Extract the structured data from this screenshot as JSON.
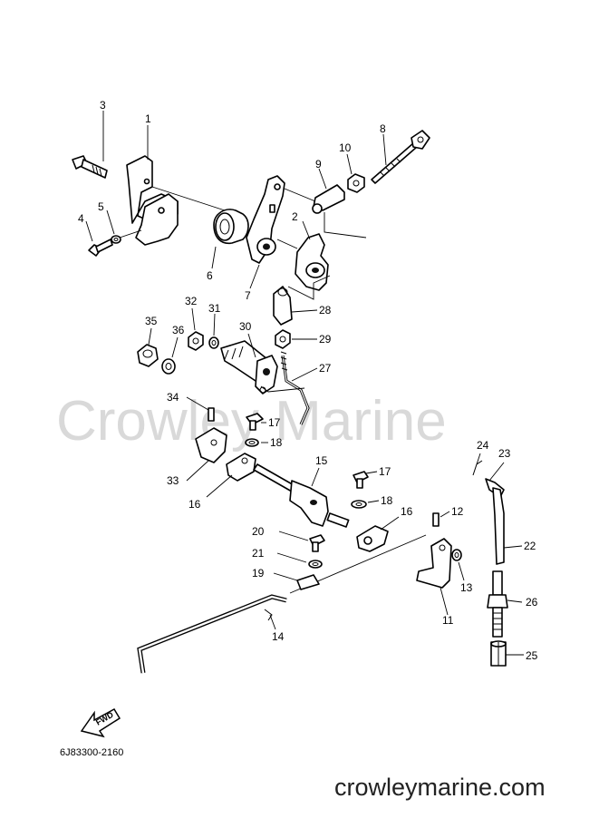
{
  "watermark": "Crowley Marine",
  "footer_url": "crowleymarine.com",
  "diagram_code": "6J83300-2160",
  "fwd_label": "FWD",
  "callouts": {
    "p1": "1",
    "p2": "2",
    "p3": "3",
    "p4": "4",
    "p5": "5",
    "p6": "6",
    "p7": "7",
    "p8": "8",
    "p9": "9",
    "p10": "10",
    "p11": "11",
    "p12": "12",
    "p13": "13",
    "p14": "14",
    "p15": "15",
    "p16a": "16",
    "p16b": "16",
    "p17a": "17",
    "p17b": "17",
    "p18a": "18",
    "p18b": "18",
    "p19": "19",
    "p20": "20",
    "p21": "21",
    "p22": "22",
    "p23": "23",
    "p24": "24",
    "p25": "25",
    "p26": "26",
    "p27": "27",
    "p28": "28",
    "p29": "29",
    "p30": "30",
    "p31": "31",
    "p32": "32",
    "p33": "33",
    "p34": "34",
    "p35": "35",
    "p36": "36"
  }
}
